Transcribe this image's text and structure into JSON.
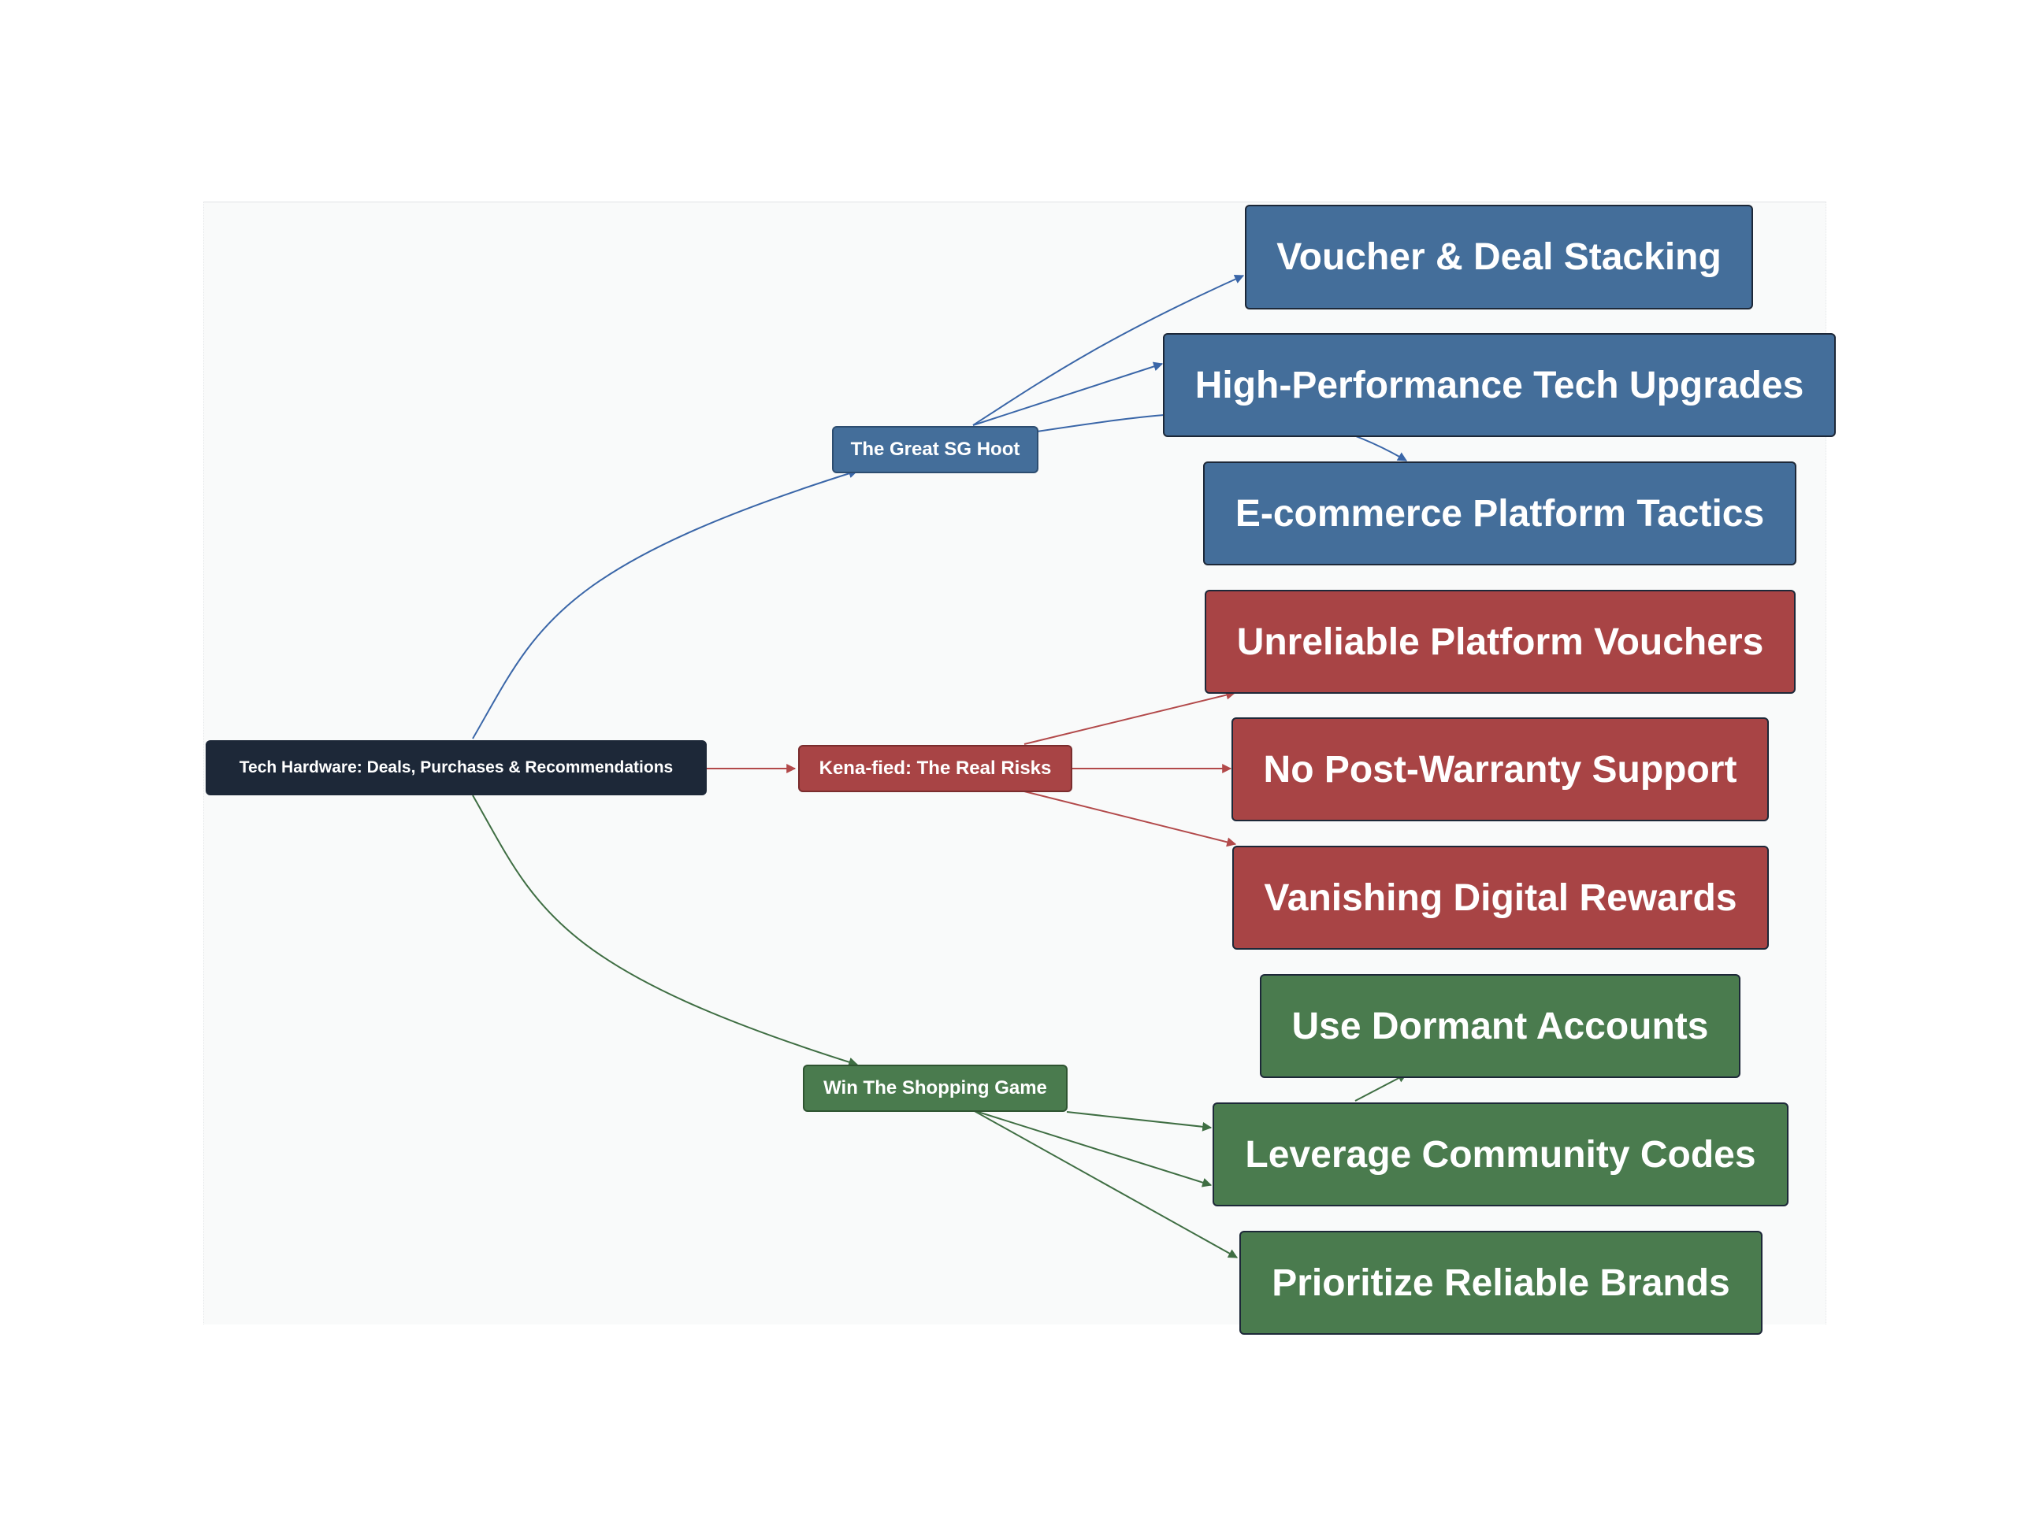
{
  "root": {
    "label": "Tech Hardware: Deals, Purchases & Recommendations"
  },
  "branches": [
    {
      "label": "The Great SG Hoot",
      "color": "#446e9a",
      "leaves": [
        "Voucher & Deal Stacking",
        "High-Performance Tech Upgrades",
        "E-commerce Platform Tactics"
      ]
    },
    {
      "label": "Kena-fied: The Real Risks",
      "color": "#a84445",
      "leaves": [
        "Unreliable Platform Vouchers",
        "No Post-Warranty Support",
        "Vanishing Digital Rewards"
      ]
    },
    {
      "label": "Win The Shopping Game",
      "color": "#4a7b4e",
      "leaves": [
        "Use Dormant Accounts",
        "Leverage Community Codes",
        "Prioritize Reliable Brands"
      ]
    }
  ]
}
